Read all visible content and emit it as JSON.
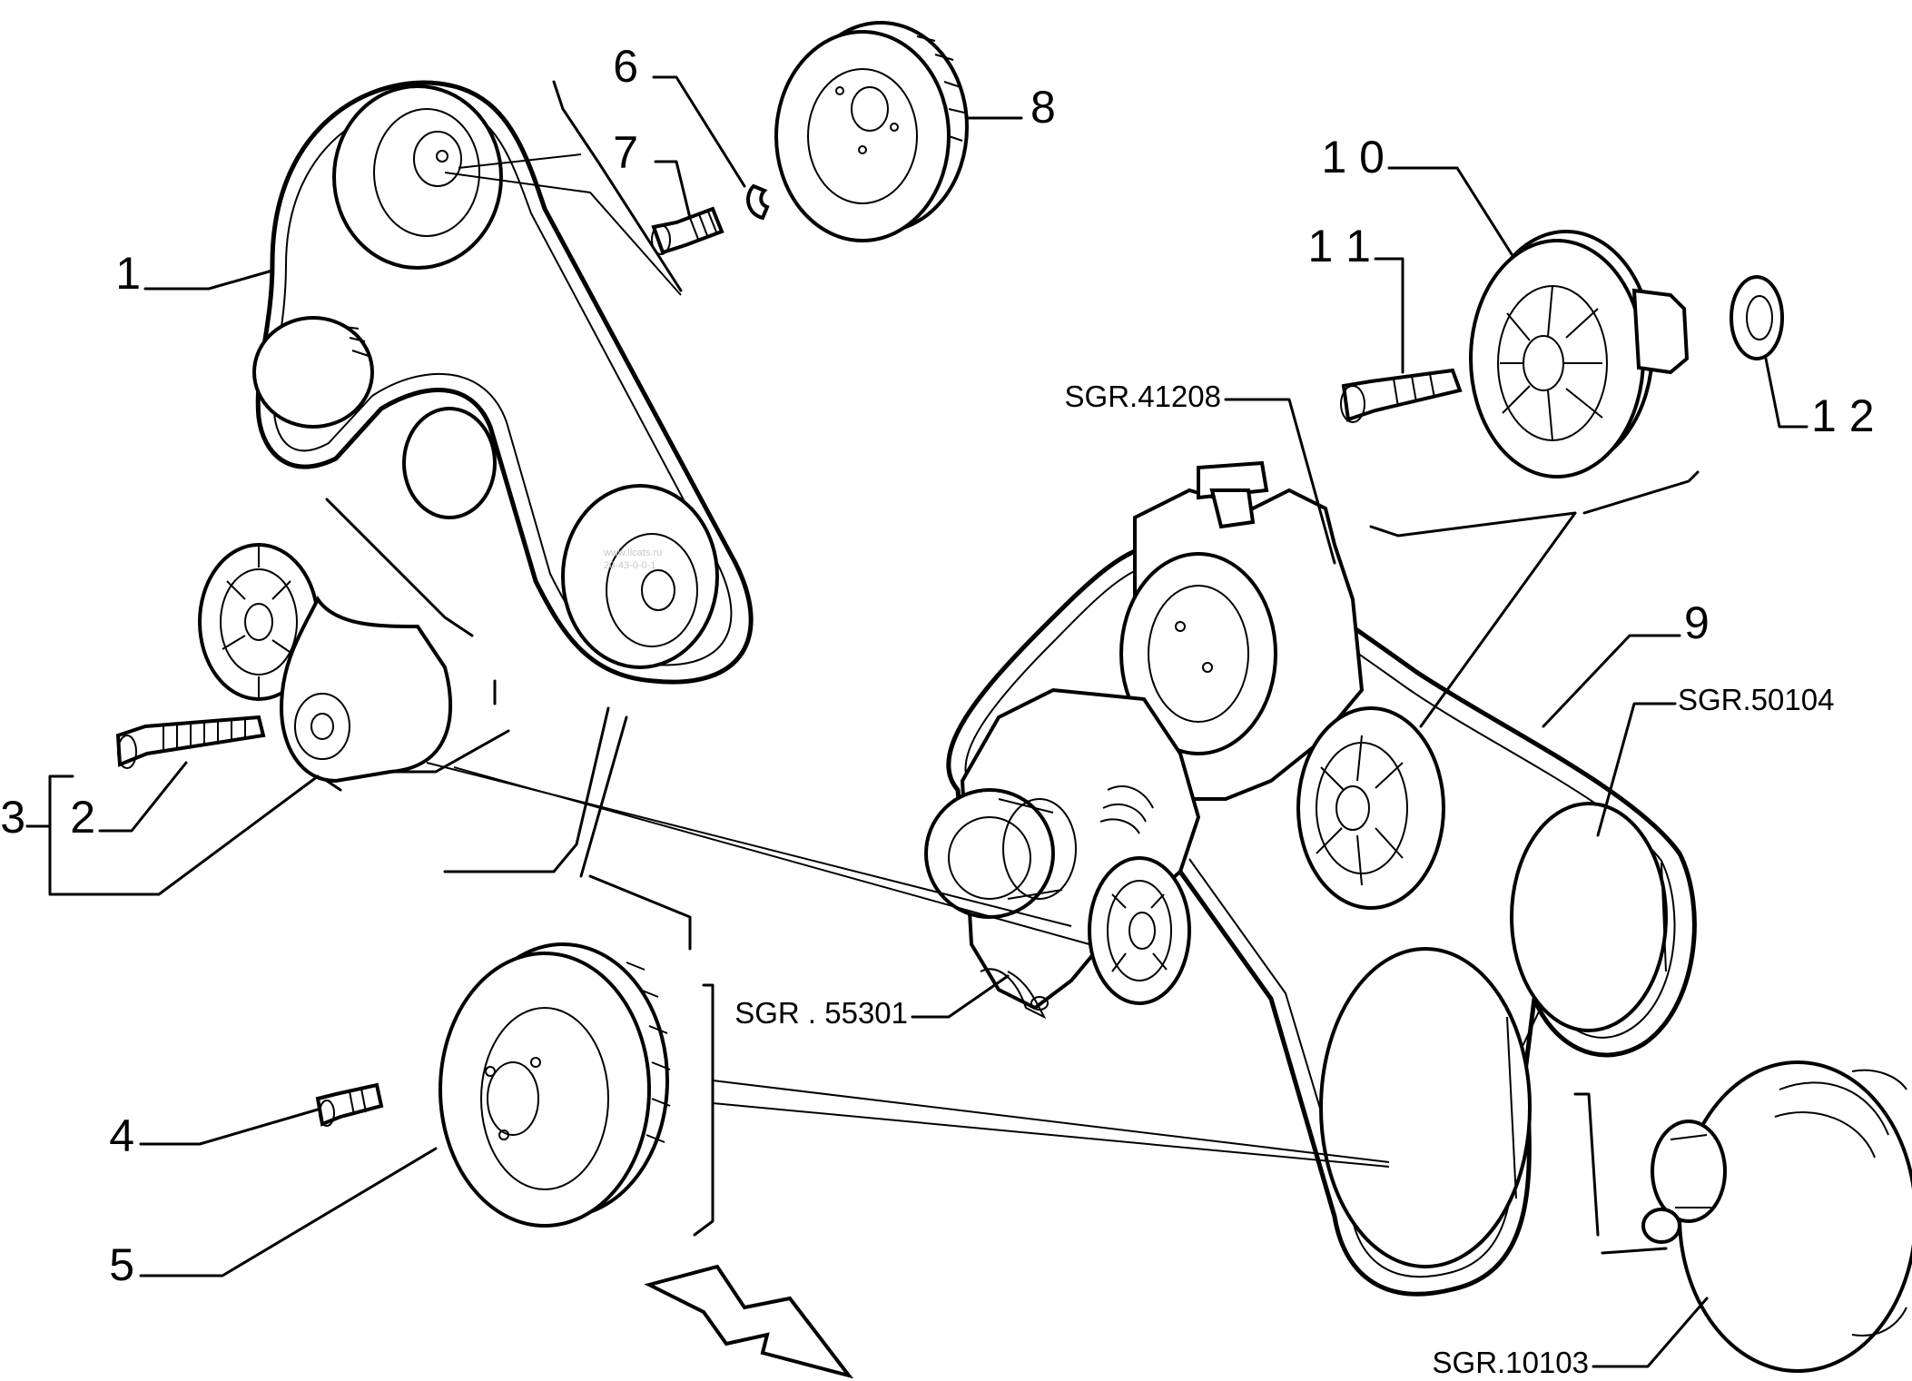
{
  "callouts": {
    "c1": "1",
    "c2": "2",
    "c3": "3",
    "c4": "4",
    "c5": "5",
    "c6": "6",
    "c7": "7",
    "c8": "8",
    "c9": "9",
    "c10": "1 0",
    "c11": "1 1",
    "c12": "1 2"
  },
  "references": {
    "r41208": "SGR.41208",
    "r50104": "SGR.50104",
    "r55301": "SGR . 55301",
    "r10103": "SGR.10103"
  },
  "watermark": {
    "line1": "www.ilcats.ru",
    "line2": "20-43-0-0-1"
  },
  "colors": {
    "ink": "#000000",
    "paper": "#ffffff"
  }
}
